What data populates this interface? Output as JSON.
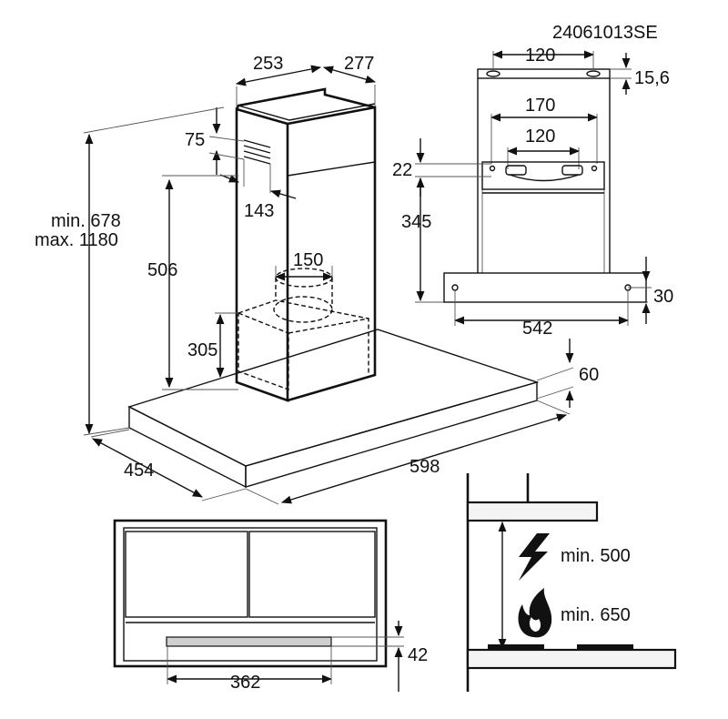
{
  "model_code": "24061013SE",
  "dimensions": {
    "chimney_depth": "253",
    "chimney_width": "277",
    "vent_offset_top": "75",
    "vent_spacing": "143",
    "outlet_diameter": "150",
    "chimney_lower": "506",
    "motor_height": "305",
    "height_min": "min. 678",
    "height_max": "max. 1180",
    "hood_depth": "454",
    "hood_width": "598",
    "canopy_thickness": "60",
    "bracket_hole_spacing": "120",
    "bracket_offset": "15,6",
    "mount_plate_width": "170",
    "mount_plate_holes": "120",
    "mount_plate_height": "22",
    "mount_to_canopy": "345",
    "canopy_screw_height": "30",
    "canopy_screw_spacing": "542",
    "filter_width": "362",
    "filter_height": "42"
  },
  "clearance": {
    "electric_label": "min. 500",
    "gas_label": "min. 650",
    "electric_icon": "lightning-icon",
    "gas_icon": "flame-icon"
  }
}
